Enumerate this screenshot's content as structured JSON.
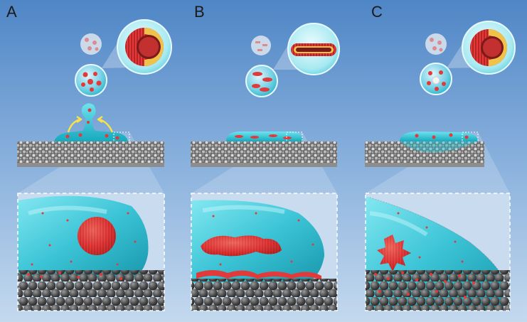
{
  "panels": [
    {
      "label": "A"
    },
    {
      "label": "B"
    },
    {
      "label": "C"
    }
  ],
  "colors": {
    "background_top": "#4f86c6",
    "background_bottom": "#c4d9ee",
    "droplet": "#25c4d6",
    "vesicle": "#e23a3a",
    "substrate": "#8d8d8d",
    "particle": "#444444"
  }
}
